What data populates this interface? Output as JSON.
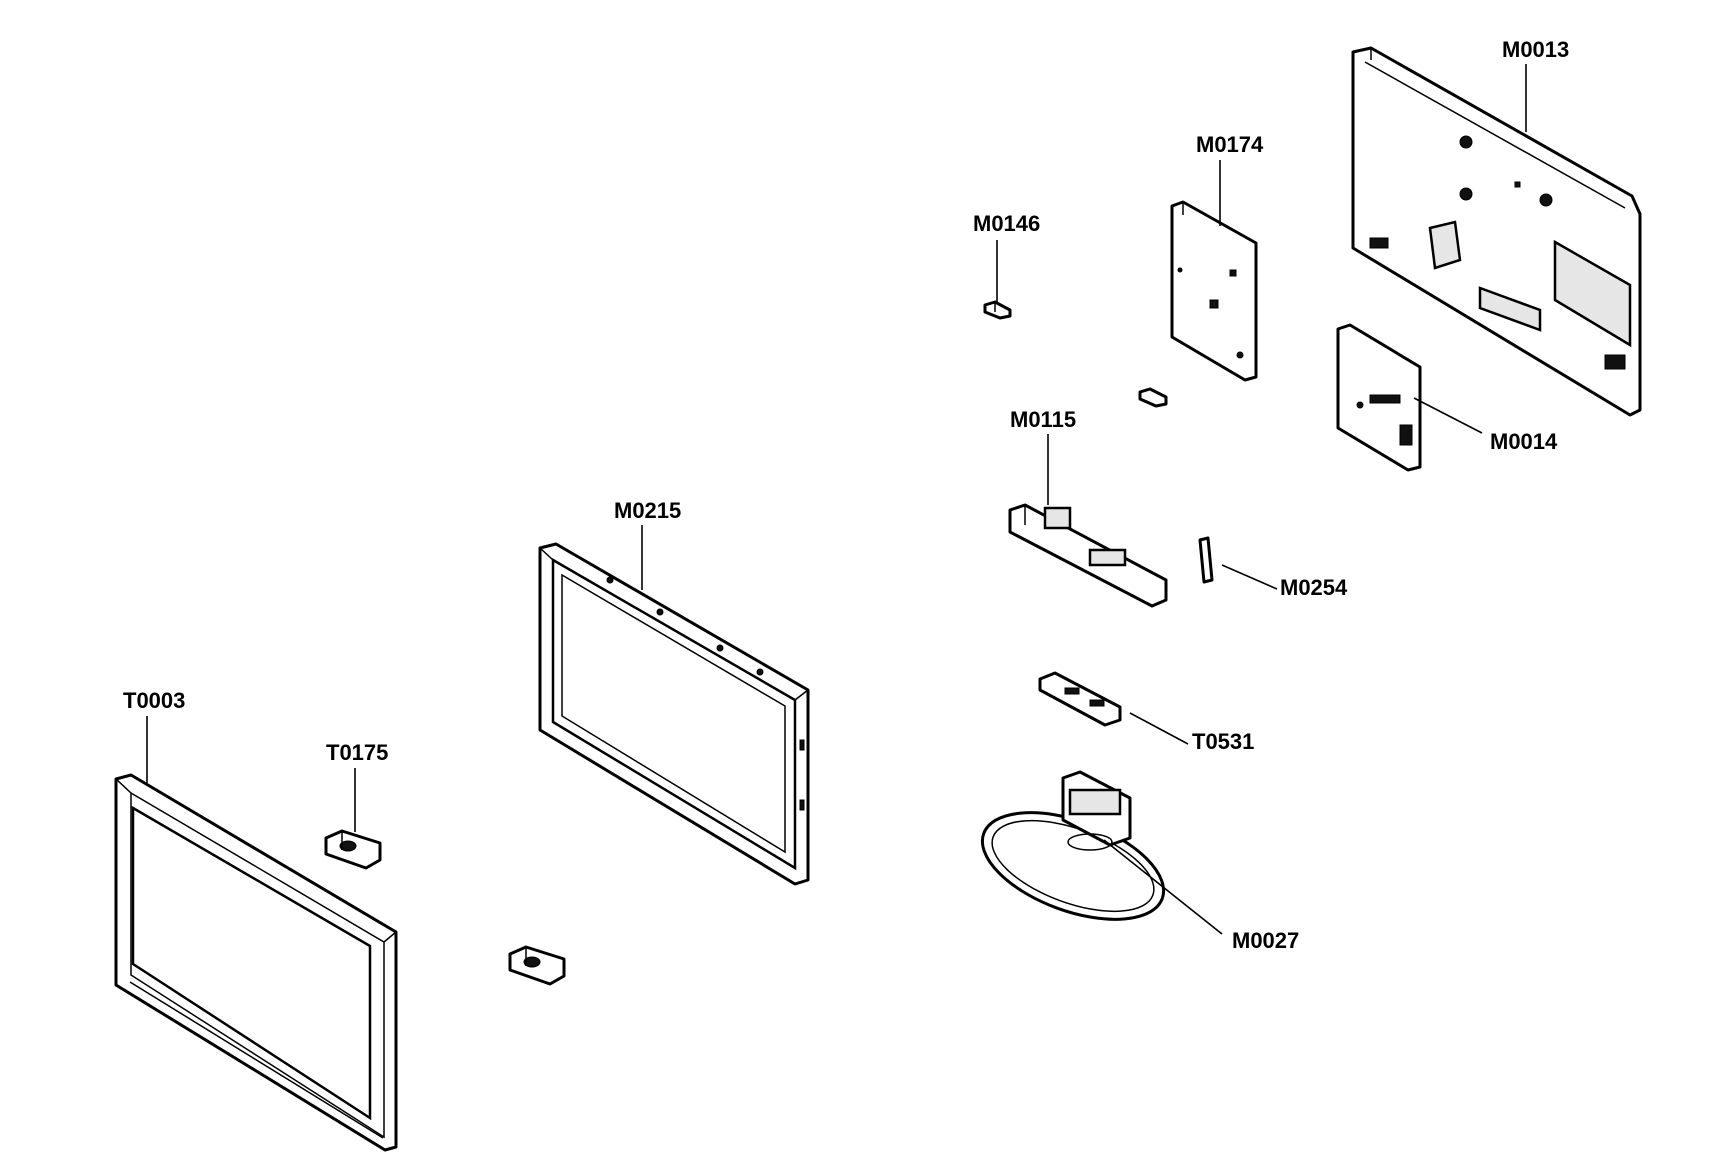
{
  "diagram": {
    "parts": [
      {
        "id": "M0013",
        "label": "M0013"
      },
      {
        "id": "M0174",
        "label": "M0174"
      },
      {
        "id": "M0146",
        "label": "M0146"
      },
      {
        "id": "M0014",
        "label": "M0014"
      },
      {
        "id": "M0115",
        "label": "M0115"
      },
      {
        "id": "M0254",
        "label": "M0254"
      },
      {
        "id": "M0215",
        "label": "M0215"
      },
      {
        "id": "T0531",
        "label": "T0531"
      },
      {
        "id": "T0003",
        "label": "T0003"
      },
      {
        "id": "T0175",
        "label": "T0175"
      },
      {
        "id": "M0027",
        "label": "M0027"
      }
    ]
  }
}
